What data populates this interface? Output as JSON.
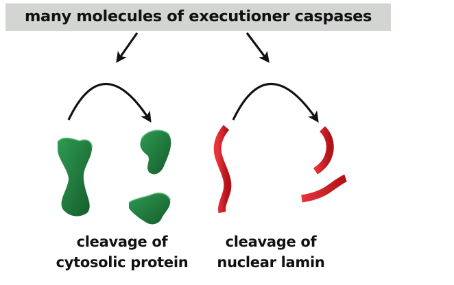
{
  "header": {
    "title": "many molecules of executioner caspases"
  },
  "branches": [
    {
      "label_line1": "cleavage of",
      "label_line2": "cytosolic protein"
    },
    {
      "label_line1": "cleavage of",
      "label_line2": "nuclear lamin"
    }
  ],
  "colors": {
    "header_bg": "#d3d5d3",
    "cytosolic_protein": "#1e7a3c",
    "nuclear_lamin": "#d41e24",
    "arrow": "#111111"
  }
}
